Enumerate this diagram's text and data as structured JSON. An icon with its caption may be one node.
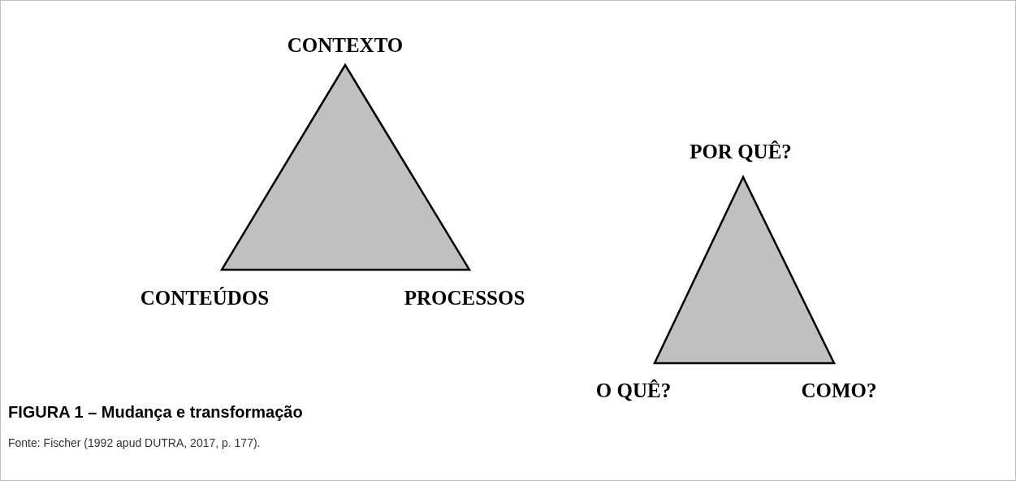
{
  "diagram": {
    "title": "FIGURA 1 – Mudança e transformação",
    "caption": "Fonte: Fischer (1992 apud DUTRA, 2017, p. 177).",
    "nodes": [
      {
        "text": [],
        "shape": "triangle",
        "beside": [
          "CONTEXTO",
          "CONTEÚDOS",
          "PROCESSOS"
        ]
      },
      {
        "text": [],
        "shape": "triangle",
        "beside": [
          "POR QUÊ?",
          "O QUÊ?",
          "COMO?"
        ]
      }
    ],
    "edges": []
  }
}
